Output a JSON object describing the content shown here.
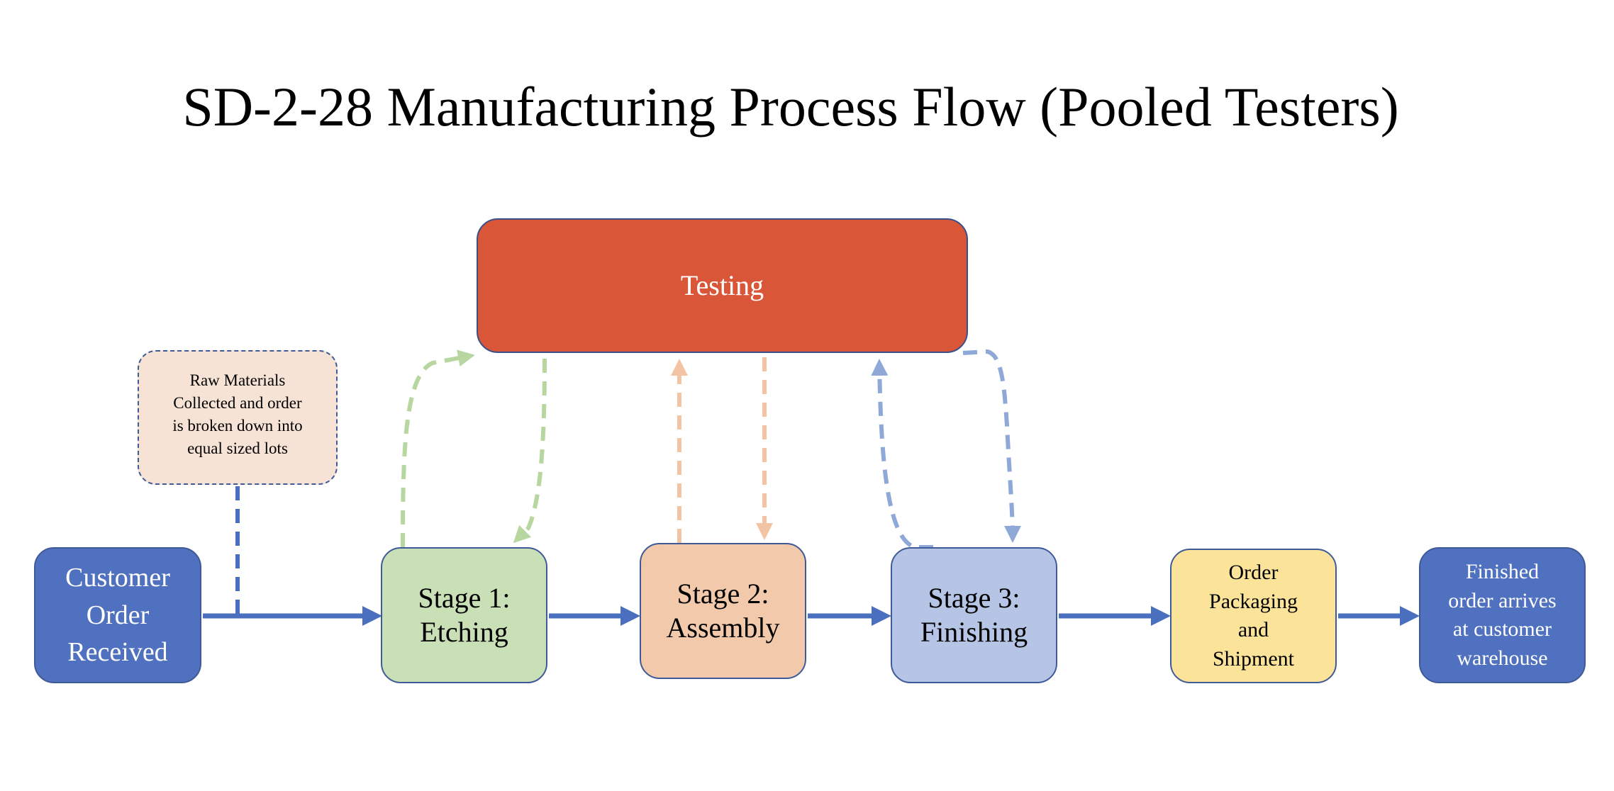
{
  "title": "SD-2-28 Manufacturing Process Flow (Pooled Testers)",
  "nodes": {
    "testing": "Testing",
    "raw_materials": "Raw Materials\nCollected and order\nis broken down into\nequal sized lots",
    "customer_order": "Customer\nOrder\nReceived",
    "stage1": "Stage 1:\nEtching",
    "stage2": "Stage 2:\nAssembly",
    "stage3": "Stage 3:\nFinishing",
    "packaging": "Order\nPackaging\nand\nShipment",
    "finished": "Finished\norder arrives\nat customer\nwarehouse"
  },
  "colors": {
    "flow_arrow": "#4a6fbf",
    "stage1_loop": "#b7d6a0",
    "stage2_loop": "#f2c4a3",
    "stage3_loop": "#8ea8d8"
  }
}
